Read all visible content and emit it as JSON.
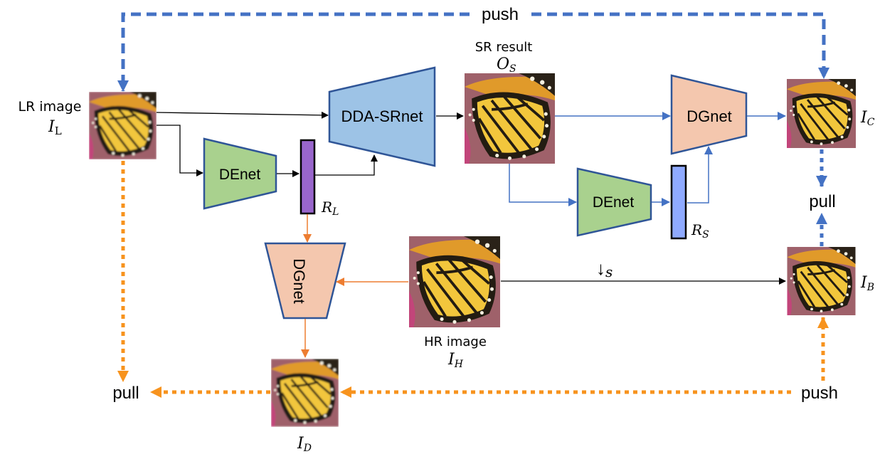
{
  "colors": {
    "blue_flow": "#4472C4",
    "orange_flow": "#ED7D31",
    "orange_dotted": "#F7931E",
    "black_flow": "#000000",
    "srnet_fill": "#9DC3E6",
    "denet_fill": "#A9D18E",
    "dgnet_fill": "#F4C7AE",
    "shape_stroke": "#2F5597",
    "rl_fill": "#9966CC",
    "rs_fill": "#8FAAFF"
  },
  "nodes": {
    "lr_image": {
      "caption": "LR image",
      "symbol": "I",
      "sub": "L"
    },
    "sr_result": {
      "caption": "SR result",
      "symbol": "O",
      "sub": "S"
    },
    "hr_image": {
      "caption": "HR image",
      "symbol": "I",
      "sub": "H"
    },
    "ic": {
      "symbol": "I",
      "sub": "C"
    },
    "ib": {
      "symbol": "I",
      "sub": "B"
    },
    "id": {
      "symbol": "I",
      "sub": "D"
    }
  },
  "networks": {
    "dda_srnet": "DDA-SRnet",
    "denet_left": "DEnet",
    "denet_right": "DEnet",
    "dgnet_top": "DGnet",
    "dgnet_vertical": "DGnet"
  },
  "representations": {
    "rl": {
      "symbol": "R",
      "sub": "L"
    },
    "rs": {
      "symbol": "R",
      "sub": "S"
    }
  },
  "edge_labels": {
    "push_top": "push",
    "push_bottom": "push",
    "pull_left": "pull",
    "pull_right": "pull",
    "downsample_arrow": "↓",
    "downsample_sub": "s"
  }
}
